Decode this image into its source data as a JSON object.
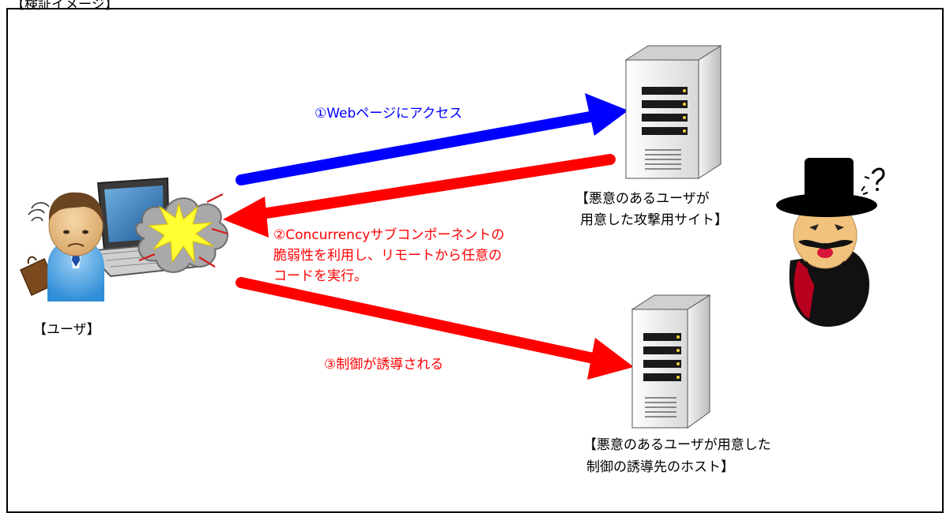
{
  "header": {
    "title": "【検証イメージ】"
  },
  "labels": {
    "user": "【ユーザ】",
    "attack_site_line1": "【悪意のあるユーザが",
    "attack_site_line2": "用意した攻撃用サイト】",
    "host_line1": "【悪意のあるユーザが用意した",
    "host_line2": "制御の誘導先のホスト】"
  },
  "steps": [
    {
      "lines": [
        "①Webページにアクセス"
      ],
      "color": "#0000ff"
    },
    {
      "lines": [
        "②Concurrencyサブコンポーネントの",
        "脆弱性を利用し、リモートから任意の",
        "コードを実行。"
      ],
      "color": "#ff0000"
    },
    {
      "lines": [
        "③制御が誘導される"
      ],
      "color": "#ff0000"
    }
  ],
  "icons": {
    "user": "user-person-icon",
    "laptop": "exploded-laptop-icon",
    "attack_server": "server-icon",
    "host_server": "server-icon",
    "attacker": "attacker-villain-icon"
  },
  "colors": {
    "blue_arrow": "#0000ff",
    "red_arrow": "#ff0000",
    "frame": "#000000"
  }
}
